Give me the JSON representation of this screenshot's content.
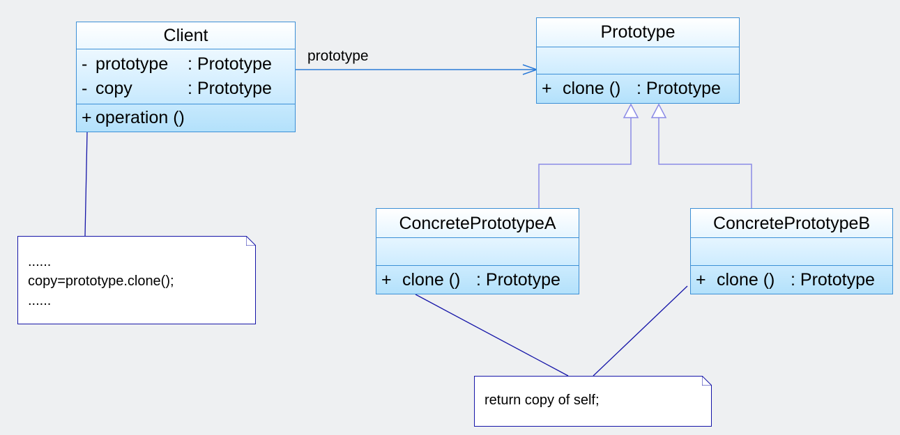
{
  "classes": {
    "client": {
      "name": "Client",
      "attributes": [
        {
          "visibility": "-",
          "name": "prototype",
          "type": ": Prototype"
        },
        {
          "visibility": "-",
          "name": "copy",
          "type": ": Prototype"
        }
      ],
      "operations": [
        {
          "visibility": "+",
          "signature": "operation ()"
        }
      ]
    },
    "prototype": {
      "name": "Prototype",
      "operations": [
        {
          "visibility": "+",
          "signature": "clone ()",
          "type": ": Prototype"
        }
      ]
    },
    "concrete_a": {
      "name": "ConcretePrototypeA",
      "operations": [
        {
          "visibility": "+",
          "signature": "clone ()",
          "type": ": Prototype"
        }
      ]
    },
    "concrete_b": {
      "name": "ConcretePrototypeB",
      "operations": [
        {
          "visibility": "+",
          "signature": "clone ()",
          "type": ": Prototype"
        }
      ]
    }
  },
  "association_label": "prototype",
  "notes": {
    "client_note": [
      "......",
      "copy=prototype.clone();",
      "......"
    ],
    "concrete_note": [
      "return copy of self;"
    ]
  },
  "colors": {
    "class_border": "#3b8fd6",
    "note_border": "#1515a8",
    "generalization_line": "#8a8ae6",
    "background": "#eef0f2"
  }
}
